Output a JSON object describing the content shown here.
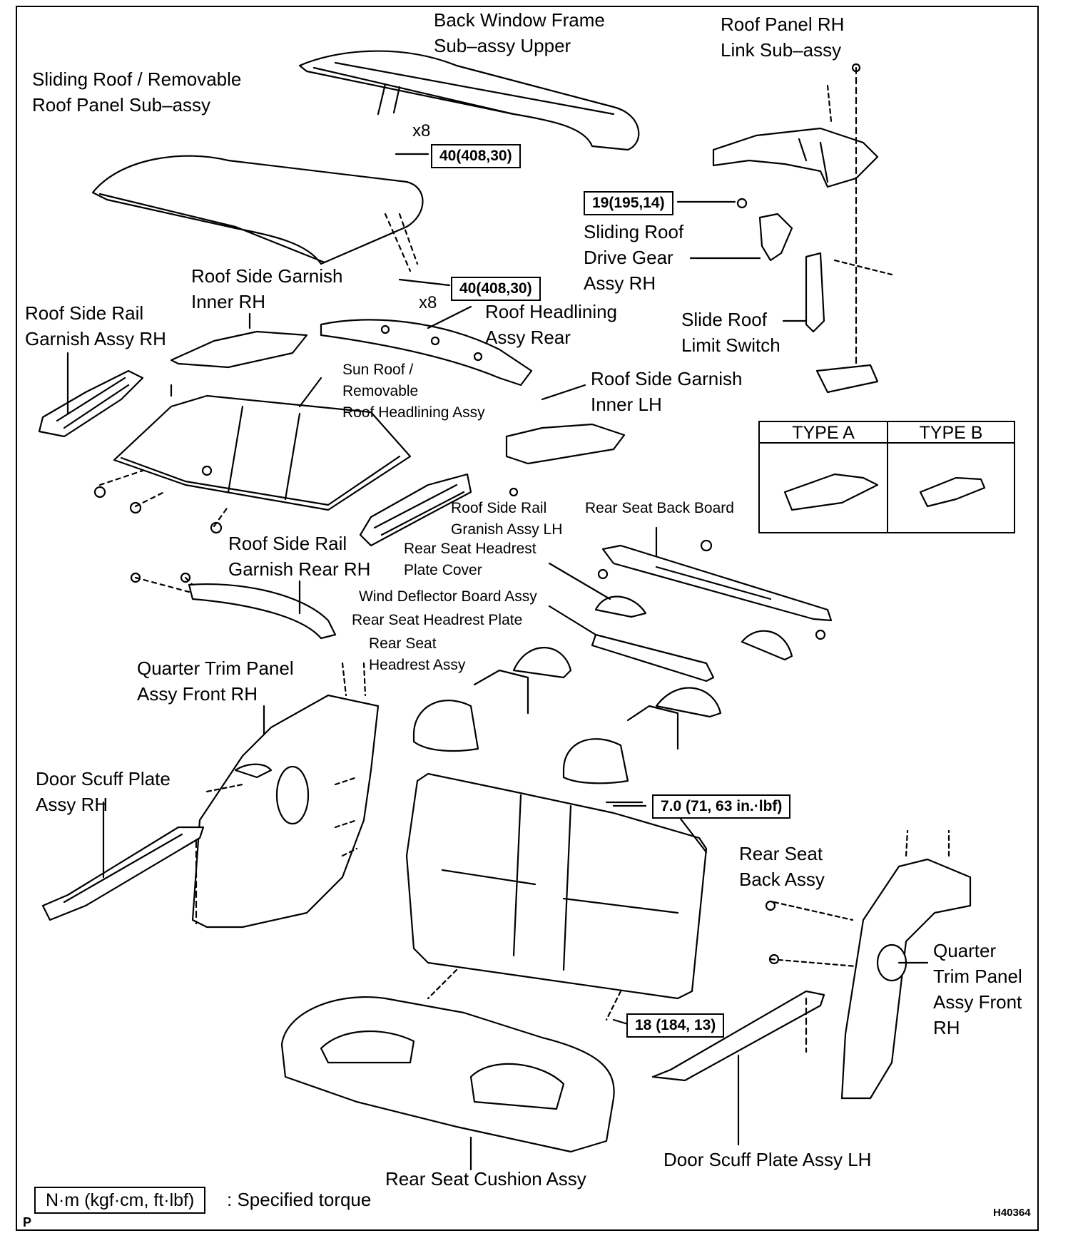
{
  "labels": {
    "back_window_frame": [
      "Back Window Frame",
      "Sub–assy Upper"
    ],
    "roof_panel_link": [
      "Roof Panel RH",
      "Link Sub–assy"
    ],
    "sliding_roof_panel": [
      "Sliding Roof / Removable",
      "Roof Panel Sub–assy"
    ],
    "sliding_roof_drive_gear": [
      "Sliding Roof",
      "Drive Gear",
      "Assy RH"
    ],
    "roof_side_garnish_inner_rh": [
      "Roof Side Garnish",
      "Inner RH"
    ],
    "roof_side_rail_garnish_rh": [
      "Roof Side Rail",
      "Garnish Assy RH"
    ],
    "roof_headlining_rear": [
      "Roof Headlining",
      "Assy Rear"
    ],
    "slide_roof_limit_switch": [
      "Slide Roof",
      "Limit Switch"
    ],
    "sun_roof_headlining": [
      "Sun Roof /",
      "Removable",
      "Roof Headlining Assy"
    ],
    "roof_side_garnish_inner_lh": [
      "Roof Side Garnish",
      "Inner LH"
    ],
    "roof_side_rail_lh": [
      "Roof Side Rail",
      "Granish Assy LH"
    ],
    "rear_seat_back_board": "Rear Seat Back Board",
    "roof_side_rail_rear_rh": [
      "Roof Side Rail",
      "Garnish Rear RH"
    ],
    "rear_seat_headrest_plate_cover": [
      "Rear Seat Headrest",
      "Plate Cover"
    ],
    "wind_deflector": "Wind Deflector Board Assy",
    "rear_seat_headrest_plate": "Rear Seat Headrest Plate",
    "rear_seat_headrest": [
      "Rear Seat",
      "Headrest Assy"
    ],
    "quarter_trim_front_rh": [
      "Quarter Trim Panel",
      "Assy Front RH"
    ],
    "door_scuff_rh": [
      "Door Scuff Plate",
      "Assy RH"
    ],
    "rear_seat_back": [
      "Rear Seat",
      "Back Assy"
    ],
    "quarter_trim_front_rh_2": [
      "Quarter",
      "Trim Panel",
      "Assy Front",
      "RH"
    ],
    "door_scuff_lh": "Door Scuff Plate Assy LH",
    "rear_seat_cushion": "Rear Seat Cushion Assy"
  },
  "torques": {
    "t1": "40(408,30)",
    "t2": "19(195,14)",
    "t3": "40(408,30)",
    "t4": "7.0 (71, 63 in.·lbf)",
    "t5": "18 (184, 13)"
  },
  "multipliers": {
    "m1": "x8",
    "m2": "x8"
  },
  "type_table": {
    "type_a": "TYPE A",
    "type_b": "TYPE B"
  },
  "legend": {
    "unit": "N·m (kgf·cm, ft·lbf)",
    "meaning": ": Specified torque"
  },
  "page_mark": "P",
  "figure_id": "H40364"
}
